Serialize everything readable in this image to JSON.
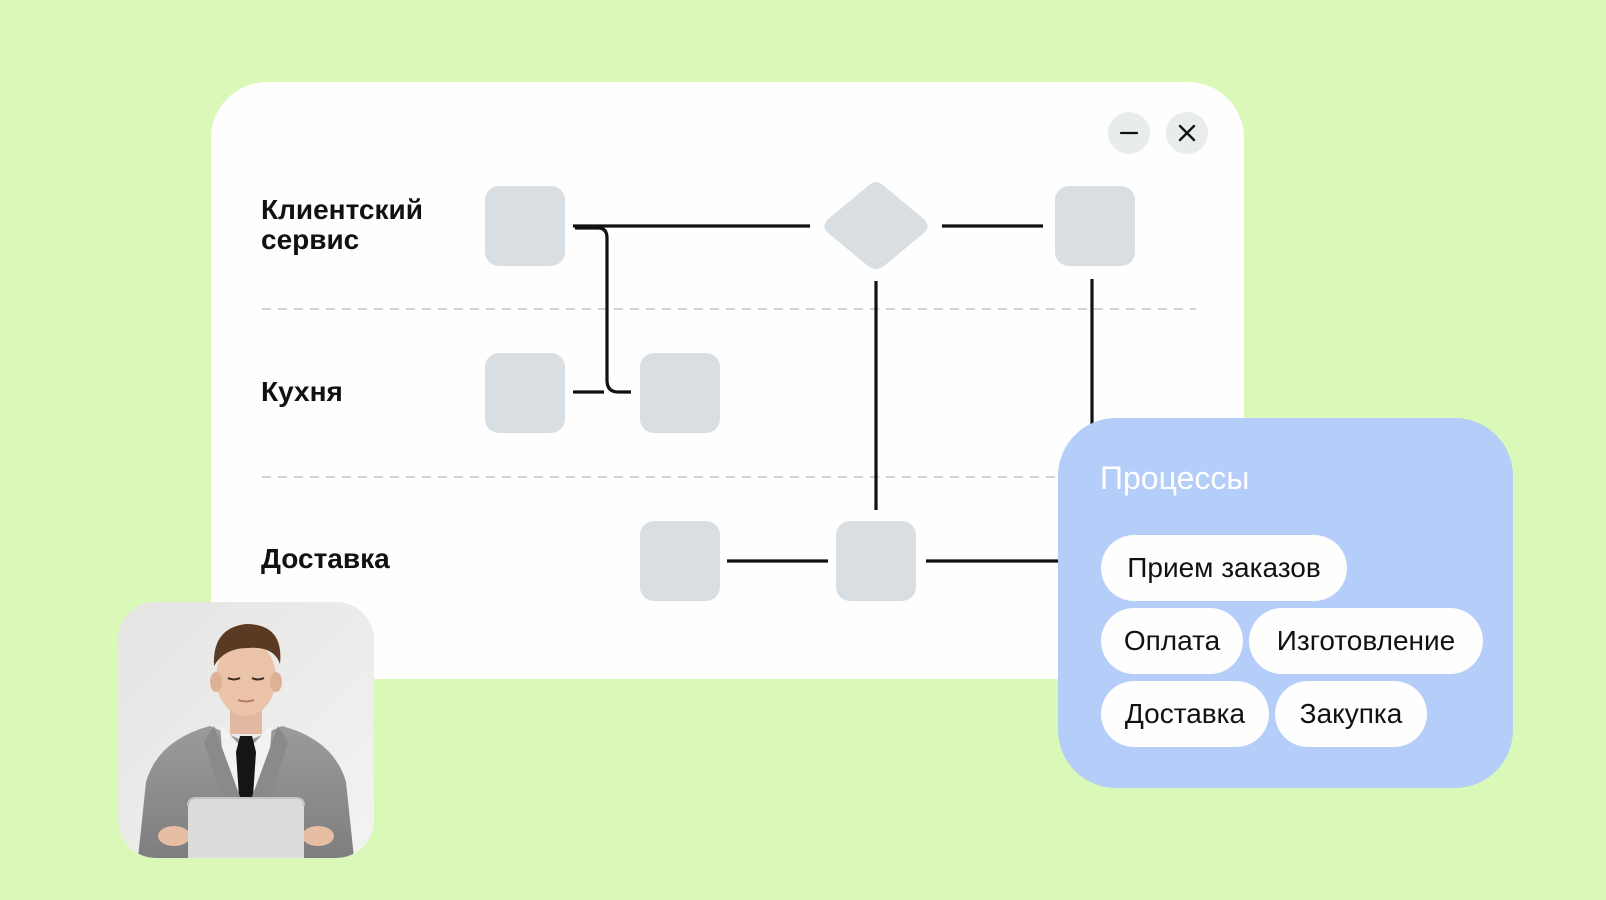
{
  "window": {
    "controls": {
      "minimize_icon": "minus-icon",
      "close_icon": "close-icon"
    }
  },
  "diagram": {
    "lanes": [
      "Клиентский сервис",
      "Кухня",
      "Доставка"
    ],
    "node_color": "#d8dee2",
    "line_color": "#111111"
  },
  "processes": {
    "title": "Процессы",
    "items": [
      "Прием заказов",
      "Оплата",
      "Изготовление",
      "Доставка",
      "Закупка"
    ]
  },
  "colors": {
    "background": "#daf9b8",
    "window": "#fdfefd",
    "panel": "#b4cdf9",
    "chip": "#fefefe"
  }
}
